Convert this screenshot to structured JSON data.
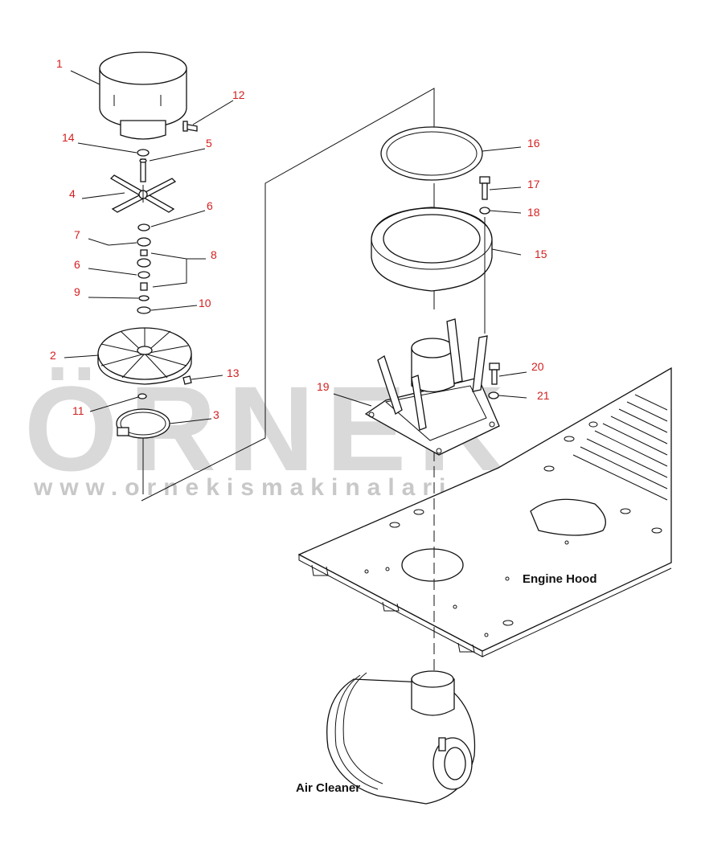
{
  "callouts": [
    {
      "id": "1",
      "text": "1"
    },
    {
      "id": "2",
      "text": "2"
    },
    {
      "id": "3",
      "text": "3"
    },
    {
      "id": "4",
      "text": "4"
    },
    {
      "id": "5",
      "text": "5"
    },
    {
      "id": "6a",
      "text": "6"
    },
    {
      "id": "6b",
      "text": "6"
    },
    {
      "id": "7",
      "text": "7"
    },
    {
      "id": "8",
      "text": "8"
    },
    {
      "id": "9",
      "text": "9"
    },
    {
      "id": "10",
      "text": "10"
    },
    {
      "id": "11",
      "text": "11"
    },
    {
      "id": "12",
      "text": "12"
    },
    {
      "id": "13",
      "text": "13"
    },
    {
      "id": "14",
      "text": "14"
    },
    {
      "id": "15",
      "text": "15"
    },
    {
      "id": "16",
      "text": "16"
    },
    {
      "id": "17",
      "text": "17"
    },
    {
      "id": "18",
      "text": "18"
    },
    {
      "id": "19",
      "text": "19"
    },
    {
      "id": "20",
      "text": "20"
    },
    {
      "id": "21",
      "text": "21"
    }
  ],
  "labels": {
    "engine_hood": "Engine Hood",
    "air_cleaner": "Air Cleaner"
  },
  "watermark": {
    "brand": "ÖRNEK",
    "url": "www.ornekismakinalari.com.tr"
  },
  "colors": {
    "callout": "#d42020",
    "line": "#111111",
    "watermark": "#d9d9d9"
  }
}
